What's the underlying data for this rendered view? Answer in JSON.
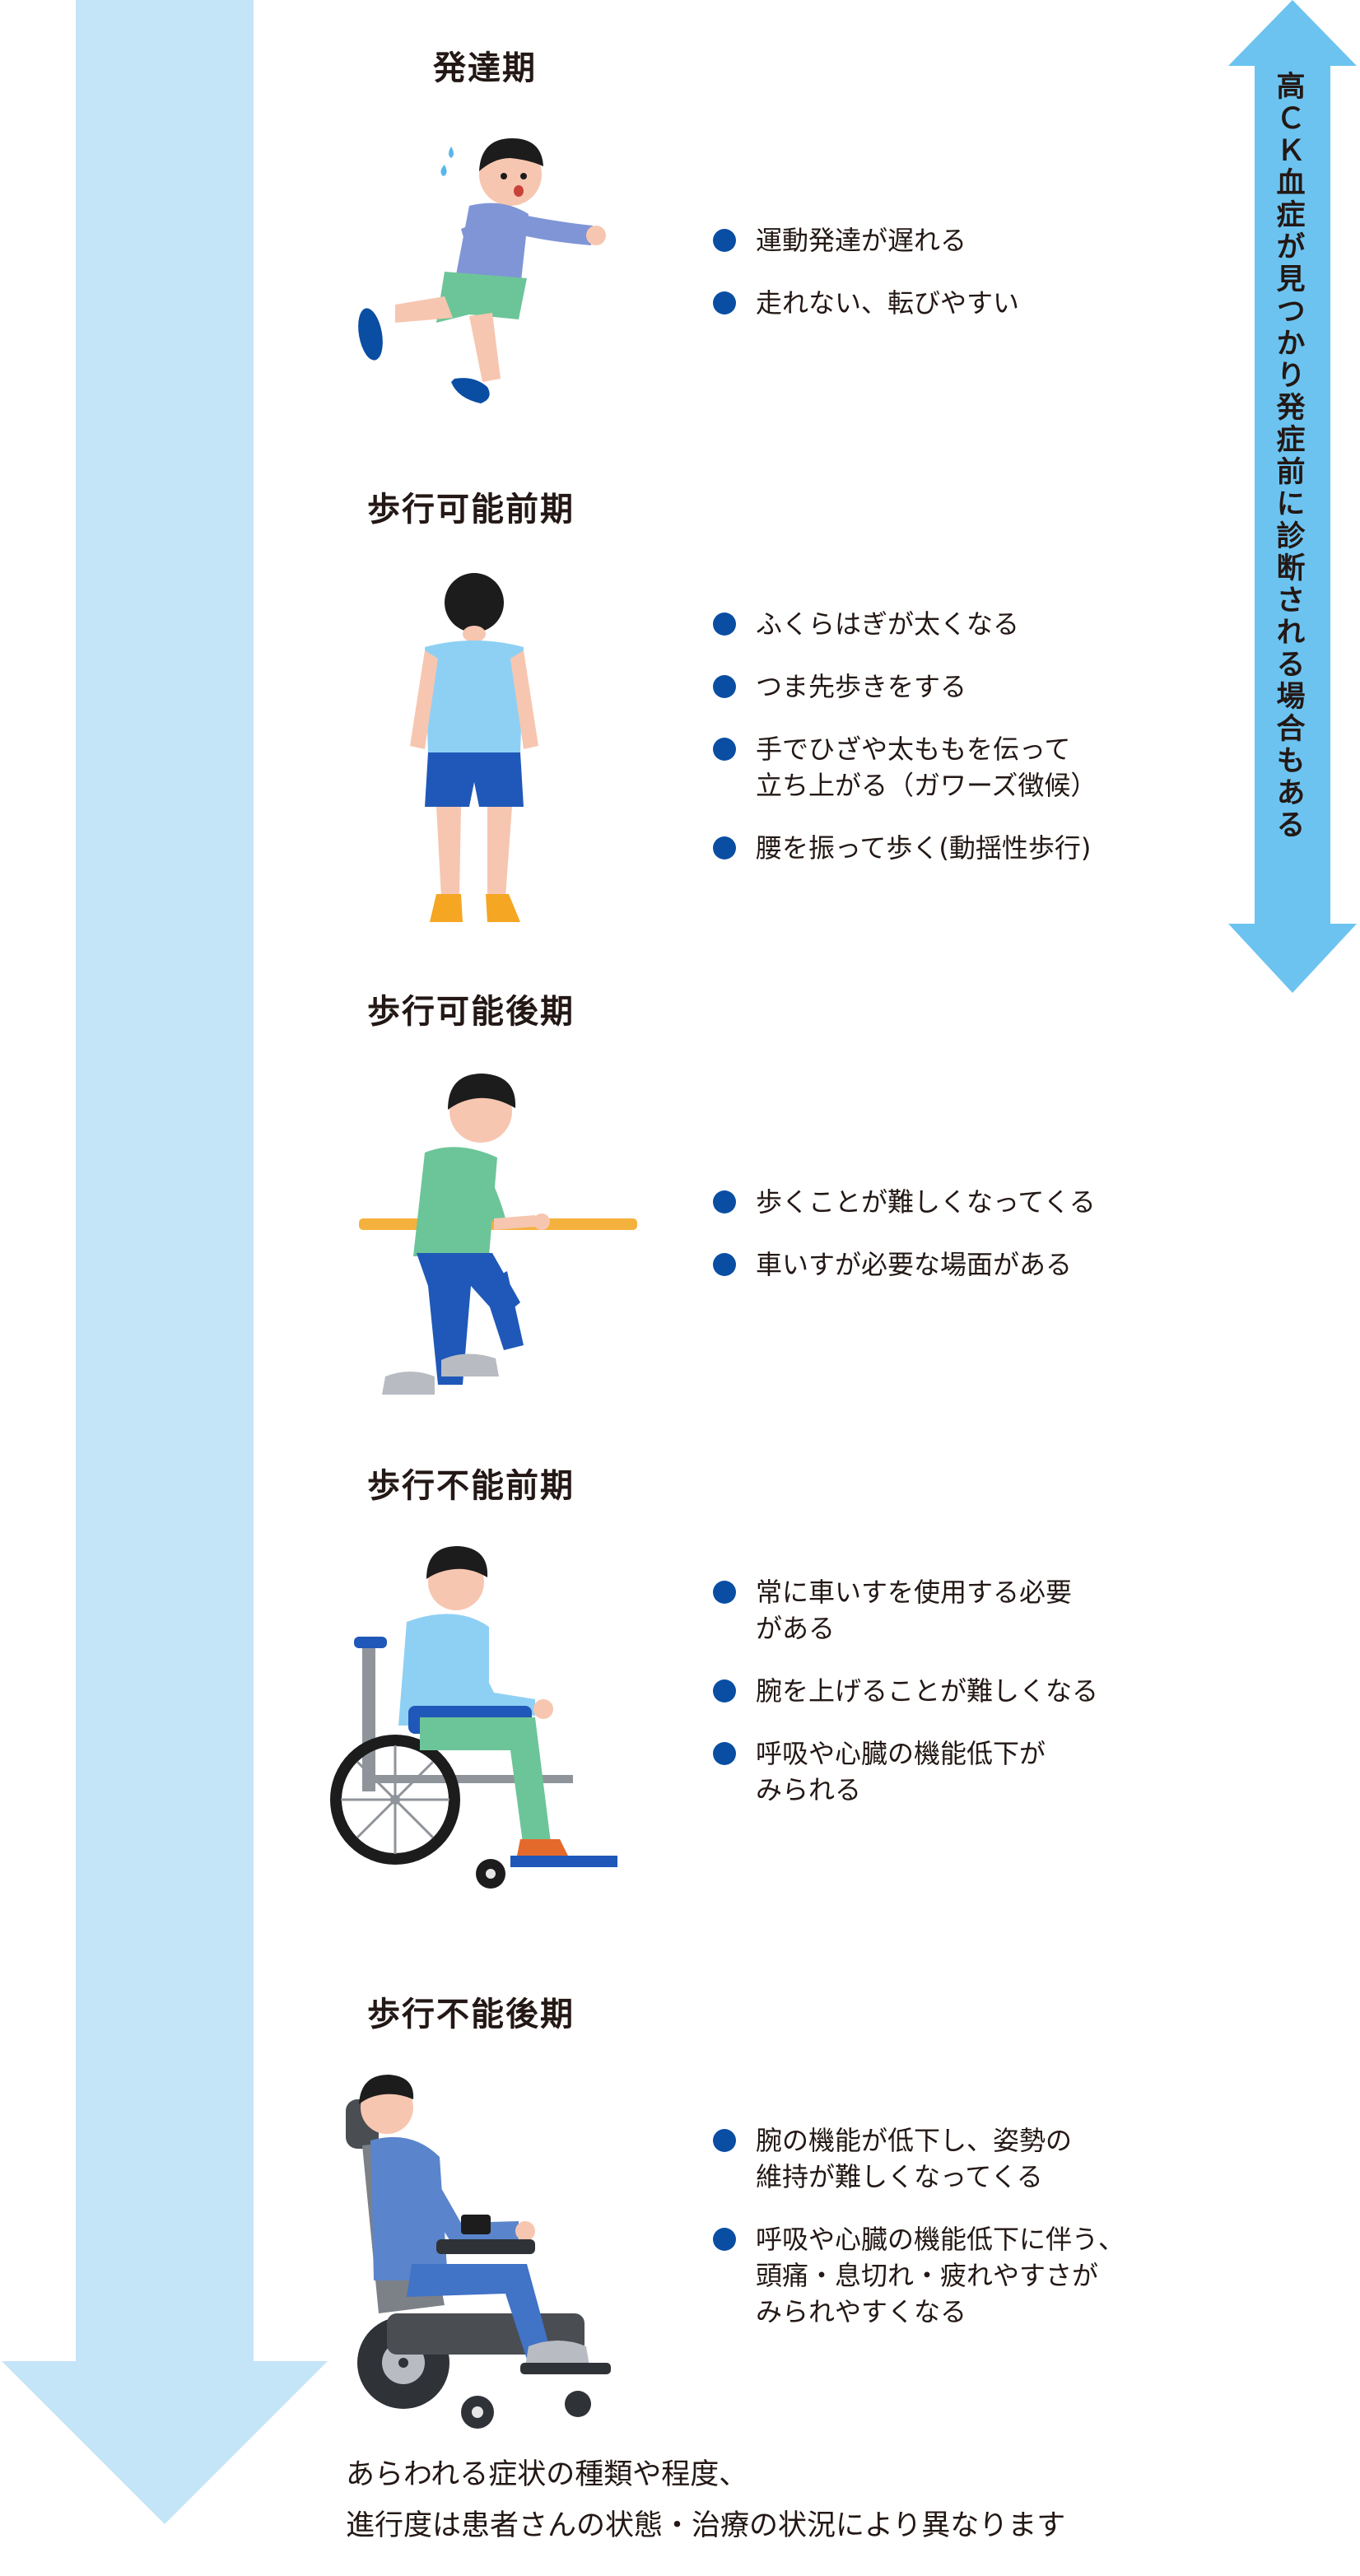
{
  "colors": {
    "timeline_arrow": "#c4e4f8",
    "side_arrow": "#6cc3f0",
    "bullet": "#0a4ea3",
    "text": "#231815"
  },
  "side_note": "高ＣＫ血症が見つかり発症前に診断される場合もある",
  "stages": [
    {
      "title": "発達期",
      "illustration": "running-child-illustration",
      "bullets": [
        "運動発達が遅れる",
        "走れない、転びやすい"
      ]
    },
    {
      "title": "歩行可能前期",
      "illustration": "standing-child-back-illustration",
      "bullets": [
        "ふくらはぎが太くなる",
        "つま先歩きをする",
        "手でひざや太ももを伝って\n立ち上がる（ガワーズ徴候）",
        "腰を振って歩く(動揺性歩行)"
      ]
    },
    {
      "title": "歩行可能後期",
      "illustration": "child-holding-handrail-illustration",
      "bullets": [
        "歩くことが難しくなってくる",
        "車いすが必要な場面がある"
      ]
    },
    {
      "title": "歩行不能前期",
      "illustration": "boy-in-wheelchair-illustration",
      "bullets": [
        "常に車いすを使用する必要\nがある",
        "腕を上げることが難しくなる",
        "呼吸や心臓の機能低下が\nみられる"
      ]
    },
    {
      "title": "歩行不能後期",
      "illustration": "man-in-power-wheelchair-illustration",
      "bullets": [
        "腕の機能が低下し、姿勢の\n維持が難しくなってくる",
        "呼吸や心臓の機能低下に伴う、\n頭痛・息切れ・疲れやすさが\nみられやすくなる"
      ]
    }
  ],
  "footer": {
    "line1": "あらわれる症状の種類や程度、",
    "line2": "進行度は患者さんの状態・治療の状況により異なります"
  }
}
